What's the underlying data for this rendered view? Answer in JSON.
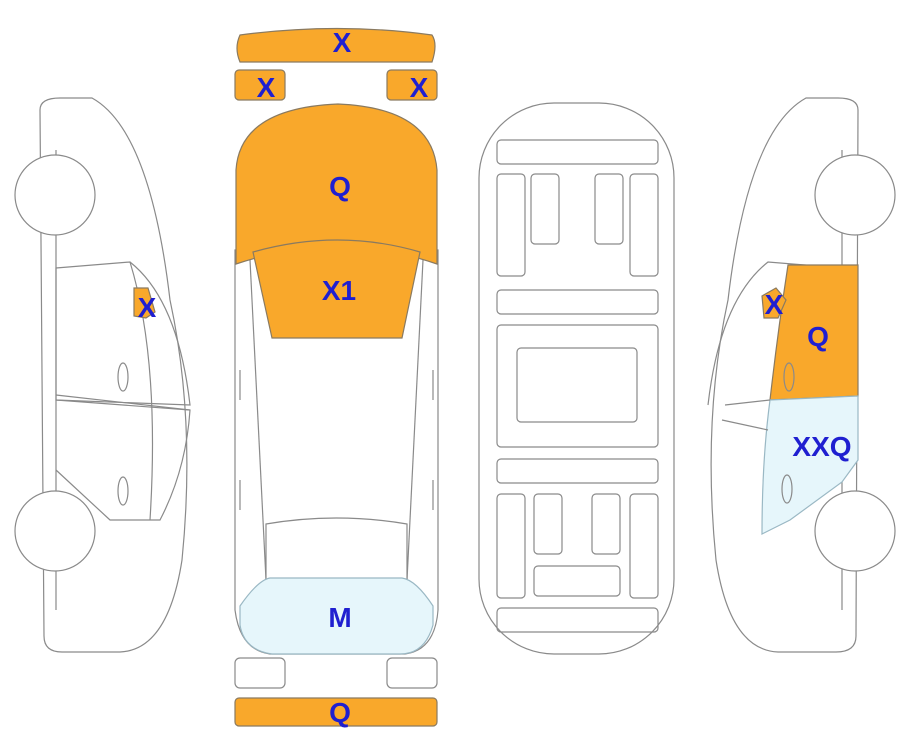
{
  "colors": {
    "damage_orange": "#f9a82b",
    "damage_light_blue": "#e6f6fb",
    "label_blue": "#1f1fd0",
    "outline_gray": "#8a8a8a"
  },
  "views": {
    "left_side": {
      "front_door_window_mark": "X"
    },
    "top": {
      "front_bumper": "X",
      "left_headlight": "X",
      "right_headlight": "X",
      "hood": "Q",
      "windshield": "X1",
      "rear_window": "M",
      "rear_bumper": "Q"
    },
    "right_side": {
      "mirror_mark": "X",
      "front_door": "Q",
      "rear_door": "XXQ"
    }
  }
}
